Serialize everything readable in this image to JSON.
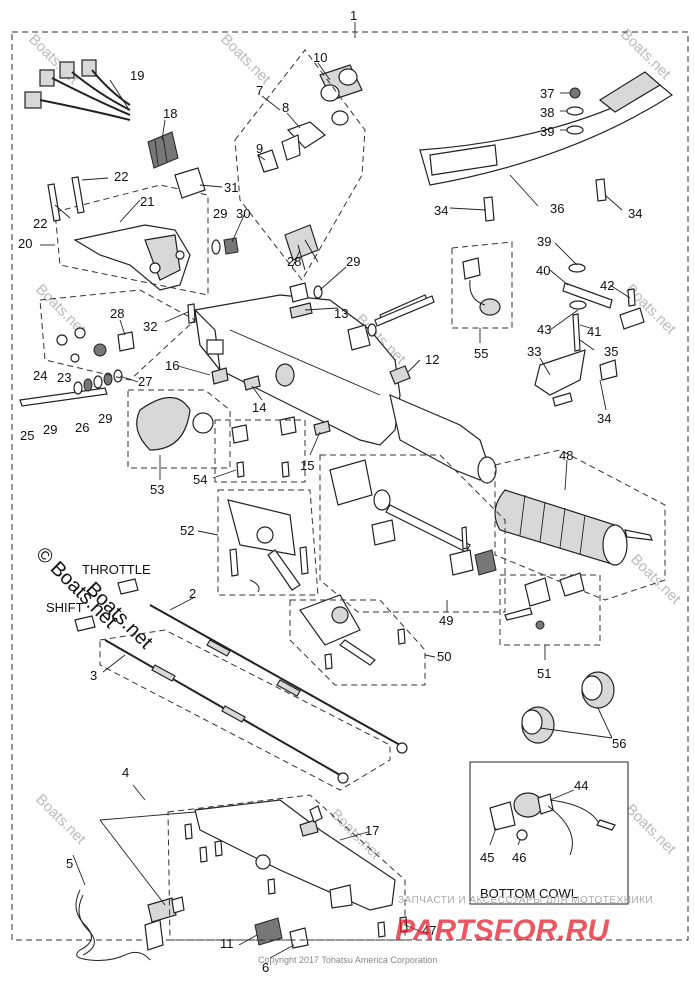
{
  "diagram": {
    "callouts": [
      "1",
      "2",
      "3",
      "4",
      "5",
      "6",
      "7",
      "8",
      "9",
      "10",
      "11",
      "12",
      "13",
      "14",
      "15",
      "16",
      "17",
      "18",
      "19",
      "20",
      "21",
      "22",
      "23",
      "24",
      "25",
      "26",
      "27",
      "28",
      "29",
      "30",
      "31",
      "32",
      "33",
      "34",
      "35",
      "36",
      "37",
      "38",
      "39",
      "40",
      "41",
      "42",
      "43",
      "44",
      "45",
      "46",
      "47",
      "48",
      "49",
      "50",
      "51",
      "52",
      "53",
      "54",
      "55",
      "56"
    ],
    "labels": {
      "throttle": "THROTTLE",
      "shift": "SHIFT",
      "bottom_cowl": "BOTTOM COWL"
    },
    "watermarks": {
      "boats_net": "Boats.net",
      "boats_net_large": "© Boats.net",
      "shift_boats_net": "Boats.net",
      "copyright": "Copyright 2017 Tohatsu America Corporation",
      "partsfor_caption": "ЗАПЧАСТИ И АКСЕССУАРЫ ДЛЯ МОТОТЕХНИКИ",
      "partsfor_logo": "PARTSFOR.RU"
    }
  }
}
